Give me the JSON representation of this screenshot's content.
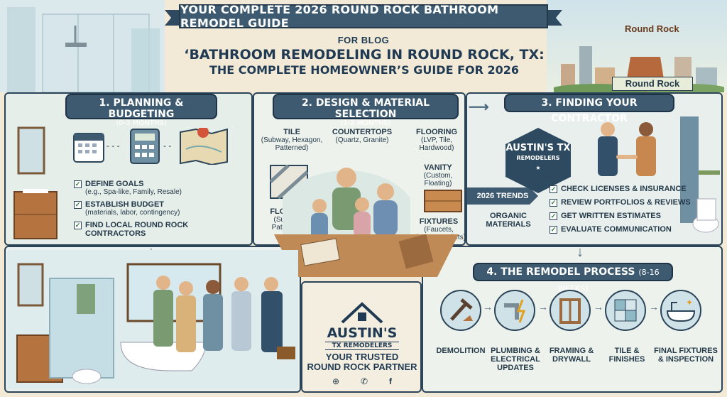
{
  "banner": {
    "title": "YOUR COMPLETE 2026 ROUND ROCK BATHROOM REMODEL GUIDE"
  },
  "blog": {
    "label": "FOR BLOG",
    "title_line1": "‘BATHROOM REMODELING IN ROUND ROCK, TX:",
    "title_line2": "THE COMPLETE HOMEOWNER’S GUIDE FOR 2026"
  },
  "scenery": {
    "rock_label": "Round Rock",
    "city_banner": "Round Rock"
  },
  "step1": {
    "title": "1. PLANNING & BUDGETING",
    "duration": "(0-3 MONTHS)",
    "checklist": [
      {
        "label": "DEFINE GOALS",
        "sub": "(e.g., Spa-like, Family, Resale)"
      },
      {
        "label": "ESTABLISH BUDGET",
        "sub": "(materials, labor, contingency)"
      },
      {
        "label": "FIND LOCAL ROUND ROCK CONTRACTORS",
        "sub": ""
      }
    ],
    "icons": [
      "calendar-icon",
      "calculator-icon",
      "map-icon"
    ]
  },
  "step2": {
    "title": "2. DESIGN & MATERIAL SELECTION",
    "duration": "(1-2 MONTHS)",
    "materials": {
      "tile": {
        "label": "TILE",
        "sub": "(Subway, Hexagon, Patterned)"
      },
      "countertops": {
        "label": "COUNTERTOPS",
        "sub": "(Quartz, Granite)"
      },
      "flooring": {
        "label": "FLOORING",
        "sub": "(LVP, Tile, Hardwood)"
      },
      "vanity": {
        "label": "VANITY",
        "sub": "(Custom, Floating)"
      },
      "flocets": {
        "label": "FLOCETS",
        "sub": "(Subway, Patterned)"
      },
      "fixtures": {
        "label": "FIXTURES",
        "sub": "(Faucets, Showers, Toilets)"
      }
    },
    "trends_label": "2026 TRENDS",
    "organic_label": "ORGANIC MATERIALS"
  },
  "step3": {
    "title": "3. FINDING YOUR CONTRACTOR",
    "logo_line1": "AUSTIN'S TX",
    "logo_line2": "REMODELERS",
    "checklist": [
      "CHECK LICENSES & INSURANCE",
      "REVIEW PORTFOLIOS & REVIEWS",
      "GET WRITTEN ESTIMATES",
      "EVALUATE COMMUNICATION"
    ]
  },
  "partner": {
    "logo_main": "AUSTIN'S",
    "logo_sub": "TX REMODELERS",
    "tagline_line1": "YOUR TRUSTED",
    "tagline_line2": "ROUND ROCK PARTNER",
    "social_icons": [
      "globe-icon",
      "phone-icon",
      "facebook-icon"
    ]
  },
  "step4": {
    "title": "4. THE REMODEL PROCESS",
    "duration": "(8-16 WEEKS)",
    "stages": [
      {
        "label": "DEMOLITION",
        "icon": "hammer-icon"
      },
      {
        "label": "PLUMBING & ELECTRICAL UPDATES",
        "icon": "pipe-bolt-icon"
      },
      {
        "label": "FRAMING & DRYWALL",
        "icon": "frame-icon"
      },
      {
        "label": "TILE & FINISHES",
        "icon": "tile-icon"
      },
      {
        "label": "FINAL FIXTURES & INSPECTION",
        "icon": "bathtub-icon"
      }
    ]
  },
  "colors": {
    "navy": "#3d5a70",
    "cream": "#f2ead6",
    "teal_light": "#e6eee9"
  }
}
